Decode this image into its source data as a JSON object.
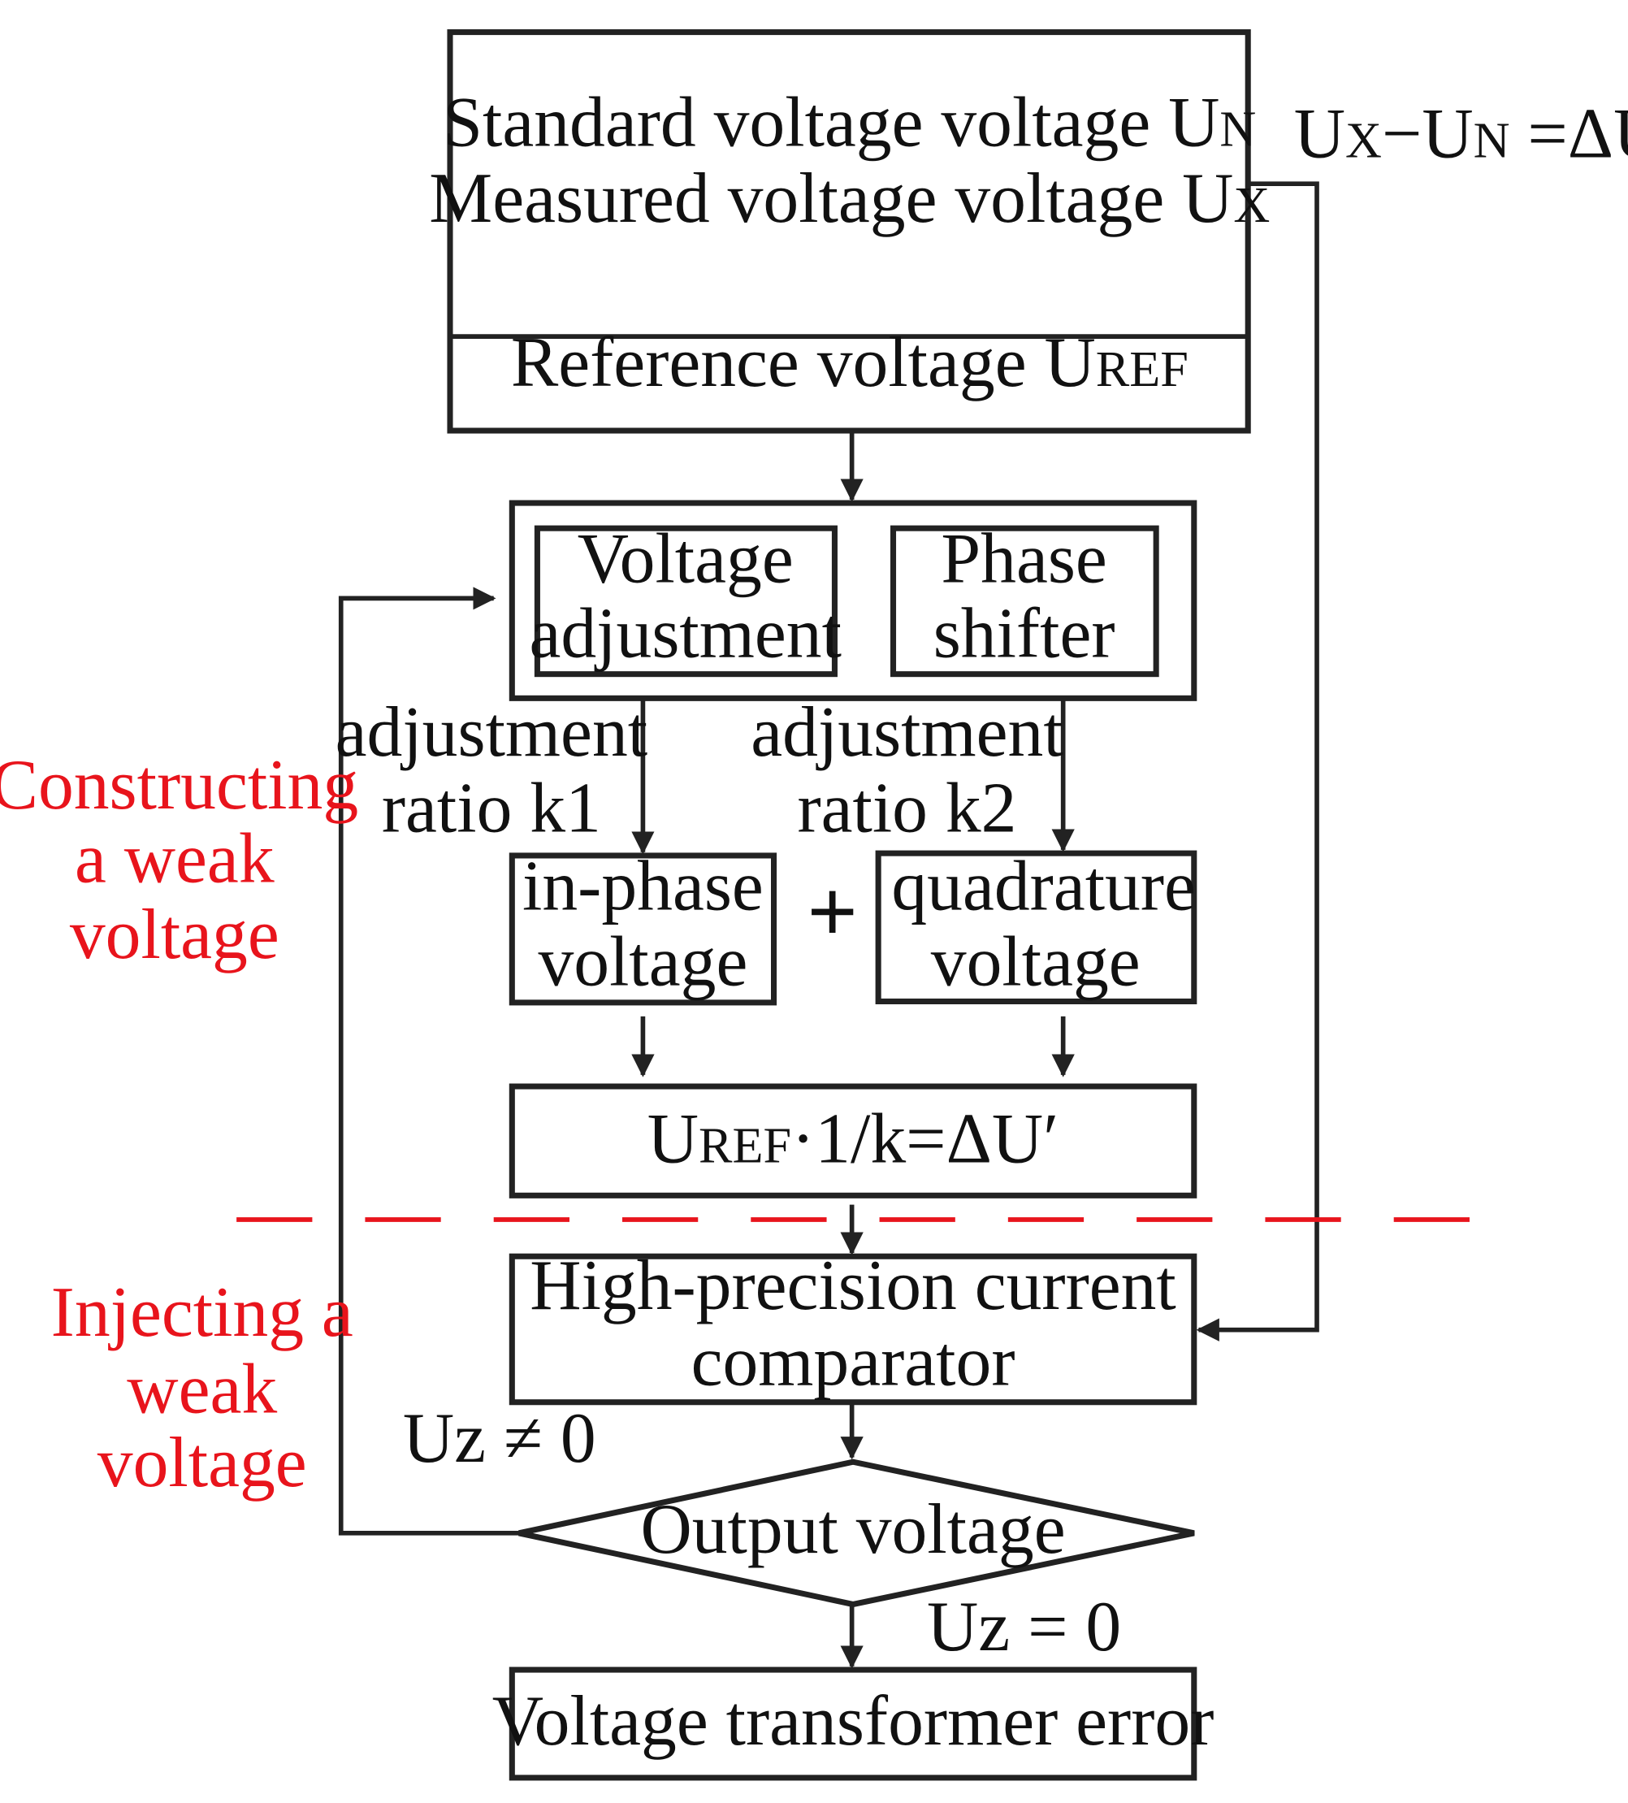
{
  "colors": {
    "stroke": "#222222",
    "text": "#111111",
    "accent_red": "#e8141c"
  },
  "boxes": {
    "top": {
      "line1_a": "Standard voltage voltage U",
      "line1_sub": "N",
      "line2_a": "Measured voltage voltage U",
      "line2_sub": "X"
    },
    "reference": {
      "a": "Reference voltage U",
      "sub": "REF"
    },
    "voltage_adjustment": {
      "line1": "Voltage",
      "line2": "adjustment"
    },
    "phase_shifter": {
      "line1": "Phase",
      "line2": "shifter"
    },
    "in_phase": {
      "line1": "in-phase",
      "line2": "voltage"
    },
    "quadrature": {
      "line1": "quadrature",
      "line2": "voltage"
    },
    "sum_formula": {
      "a": "U",
      "sub": "REF",
      "b": "·1/k=ΔU′"
    },
    "comparator": {
      "line1": "High-precision current",
      "line2": "comparator"
    },
    "output": "Output voltage",
    "error": "Voltage transformer error"
  },
  "labels": {
    "delta": {
      "u1": "U",
      "s1": "X",
      "minus": "−U",
      "s2": "N",
      "rest": " =ΔU"
    },
    "ratio_k1": {
      "line1": "adjustment",
      "line2": "ratio k1"
    },
    "ratio_k2": {
      "line1": "adjustment",
      "line2": "ratio k2"
    },
    "plus": "+",
    "uz_nonzero": "Uz ≠ 0",
    "uz_zero": "Uz = 0"
  },
  "side_labels": {
    "constructing": [
      "Constructing",
      "a weak",
      "voltage"
    ],
    "injecting": [
      "Injecting a",
      "weak",
      "voltage"
    ]
  }
}
